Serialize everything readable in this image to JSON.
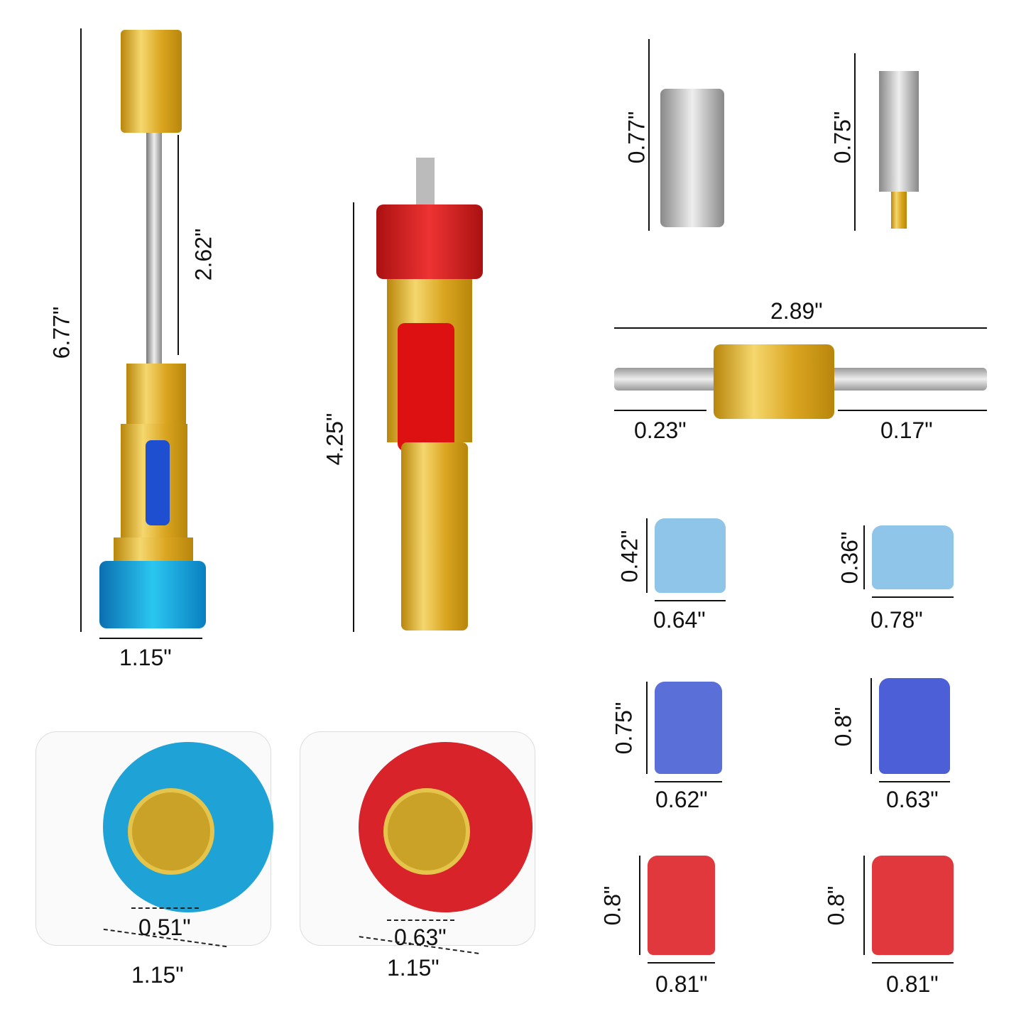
{
  "tool_blue": {
    "length": "6.77\"",
    "rod": "2.62\"",
    "width": "1.15\""
  },
  "tool_red": {
    "length": "4.25\""
  },
  "valve_core_1": {
    "height": "0.77\""
  },
  "valve_core_2": {
    "height": "0.75\""
  },
  "core_remover": {
    "length": "2.89\"",
    "left_tip": "0.23\"",
    "right_tip": "0.17\""
  },
  "caps": [
    {
      "height": "0.42\"",
      "width": "0.64\"",
      "color": "#8ec5e8"
    },
    {
      "height": "0.36\"",
      "width": "0.78\"",
      "color": "#8ec5e8"
    },
    {
      "height": "0.75\"",
      "width": "0.62\"",
      "color": "#5b6fd8"
    },
    {
      "height": "0.8\"",
      "width": "0.63\"",
      "color": "#4c5fd6"
    },
    {
      "height": "0.8\"",
      "width": "0.81\"",
      "color": "#e0383c"
    },
    {
      "height": "0.8\"",
      "width": "0.81\"",
      "color": "#e0383c"
    }
  ],
  "detail_blue": {
    "inner": "0.51\"",
    "outer": "1.15\"",
    "color": "#1fa3d6"
  },
  "detail_red": {
    "inner": "0.63\"",
    "outer": "1.15\"",
    "color": "#d8232a"
  }
}
